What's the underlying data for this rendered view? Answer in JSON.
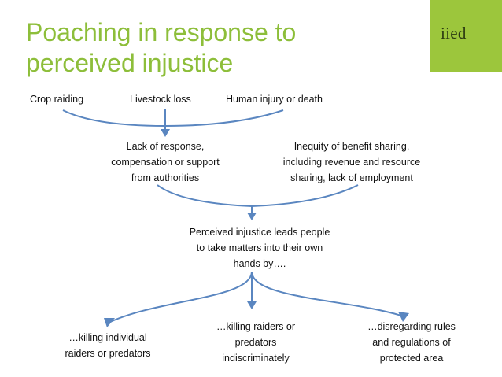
{
  "title": "Poaching in response to perceived injustice",
  "logo": {
    "text": "iied",
    "background": "#9cc63c"
  },
  "colors": {
    "title": "#8dbe3a",
    "connector": "#5a86c0"
  },
  "top_causes": [
    "Crop raiding",
    "Livestock loss",
    "Human injury or death"
  ],
  "middle_causes": [
    [
      "Lack of response,",
      "compensation or support",
      "from authorities"
    ],
    [
      "Inequity of benefit sharing,",
      "including revenue and resource",
      "sharing, lack of employment"
    ]
  ],
  "central": [
    "Perceived injustice leads people",
    "to take matters into their own",
    "hands by…."
  ],
  "outcomes": [
    [
      "…killing individual",
      "raiders or predators"
    ],
    [
      "…killing raiders or",
      "predators",
      "indiscriminately"
    ],
    [
      "…disregarding rules",
      "and regulations of",
      "protected area"
    ]
  ]
}
